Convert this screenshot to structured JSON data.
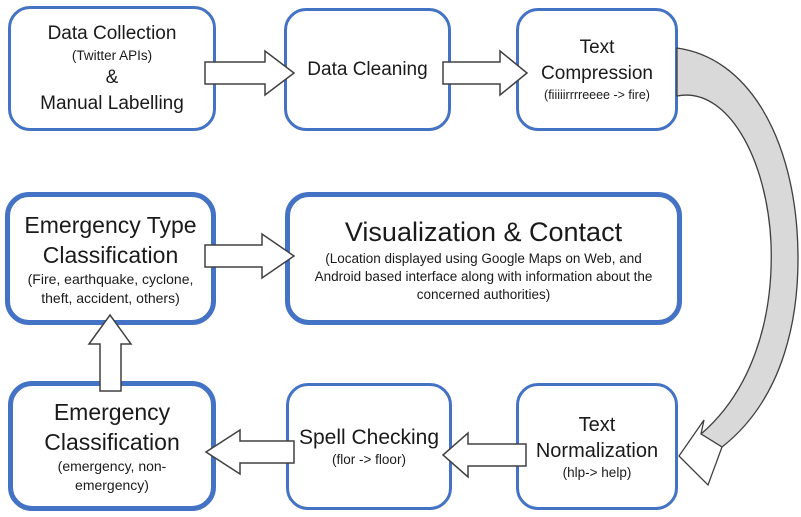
{
  "colors": {
    "box_border": "#4472C4",
    "text": "#1A1A1A",
    "arrow_fill": "#FFFFFF",
    "arrow_stroke": "#404040",
    "curved_arrow_fill": "#D9D9D9",
    "background": "#FFFFFF"
  },
  "nodes": {
    "data_collection": {
      "title": "Data Collection",
      "sub": "(Twitter APIs)",
      "amp": "&",
      "title2": "Manual Labelling"
    },
    "data_cleaning": {
      "title": "Data Cleaning"
    },
    "text_compression": {
      "title1": "Text",
      "title2": "Compression",
      "sub": "(fiiiiirrrreeee -> fire)"
    },
    "emergency_type": {
      "title1": "Emergency Type",
      "title2": "Classification",
      "sub1": "(Fire, earthquake, cyclone,",
      "sub2": "theft, accident, others)"
    },
    "visualization_contact": {
      "title": "Visualization & Contact",
      "sub1": "(Location displayed using Google Maps on Web, and",
      "sub2": "Android based interface along with information about the",
      "sub3": "concerned authorities)"
    },
    "emergency_classification": {
      "title1": "Emergency",
      "title2": "Classification",
      "sub1": "(emergency, non-",
      "sub2": "emergency)"
    },
    "spell_checking": {
      "title": "Spell Checking",
      "sub": "(flor -> floor)"
    },
    "text_normalization": {
      "title1": "Text",
      "title2": "Normalization",
      "sub": "(hlp-> help)"
    }
  },
  "edges": [
    {
      "from": "data_collection",
      "to": "data_cleaning",
      "style": "block-arrow-right"
    },
    {
      "from": "data_cleaning",
      "to": "text_compression",
      "style": "block-arrow-right"
    },
    {
      "from": "text_compression",
      "to": "text_normalization",
      "style": "curved-arrow-down"
    },
    {
      "from": "text_normalization",
      "to": "spell_checking",
      "style": "block-arrow-left"
    },
    {
      "from": "spell_checking",
      "to": "emergency_classification",
      "style": "block-arrow-left"
    },
    {
      "from": "emergency_classification",
      "to": "emergency_type",
      "style": "block-arrow-up"
    },
    {
      "from": "emergency_type",
      "to": "visualization_contact",
      "style": "block-arrow-right"
    }
  ]
}
